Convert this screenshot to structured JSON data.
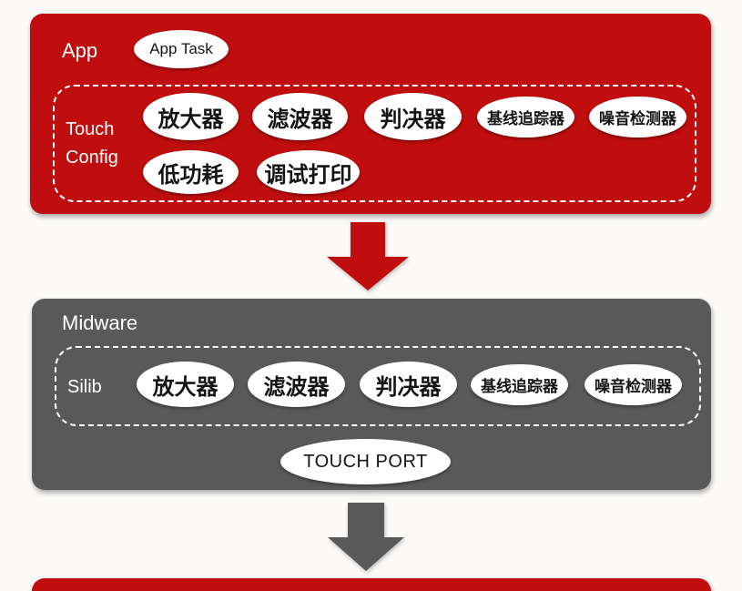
{
  "colors": {
    "layer_red": "#c00d0d",
    "layer_gray": "#595959",
    "node_fill": "#ffffff",
    "node_text": "#141414",
    "background": "#fbfaf8"
  },
  "app_layer": {
    "label": "App",
    "app_task_node": "App Task",
    "touch_config": {
      "label_line1": "Touch",
      "label_line2": "Config",
      "row1": [
        "放大器",
        "滤波器",
        "判决器",
        "基线追踪器",
        "噪音检测器"
      ],
      "row2": [
        "低功耗",
        "调试打印"
      ]
    }
  },
  "midware_layer": {
    "label": "Midware",
    "silib": {
      "label": "Silib",
      "modules": [
        "放大器",
        "滤波器",
        "判决器",
        "基线追踪器",
        "噪音检测器"
      ]
    },
    "touch_port_node": "TOUCH PORT"
  },
  "arrows": {
    "app_to_midware": "red-down-arrow",
    "midware_to_bottom": "gray-down-arrow"
  },
  "bottom_layer": {
    "note": ""
  }
}
